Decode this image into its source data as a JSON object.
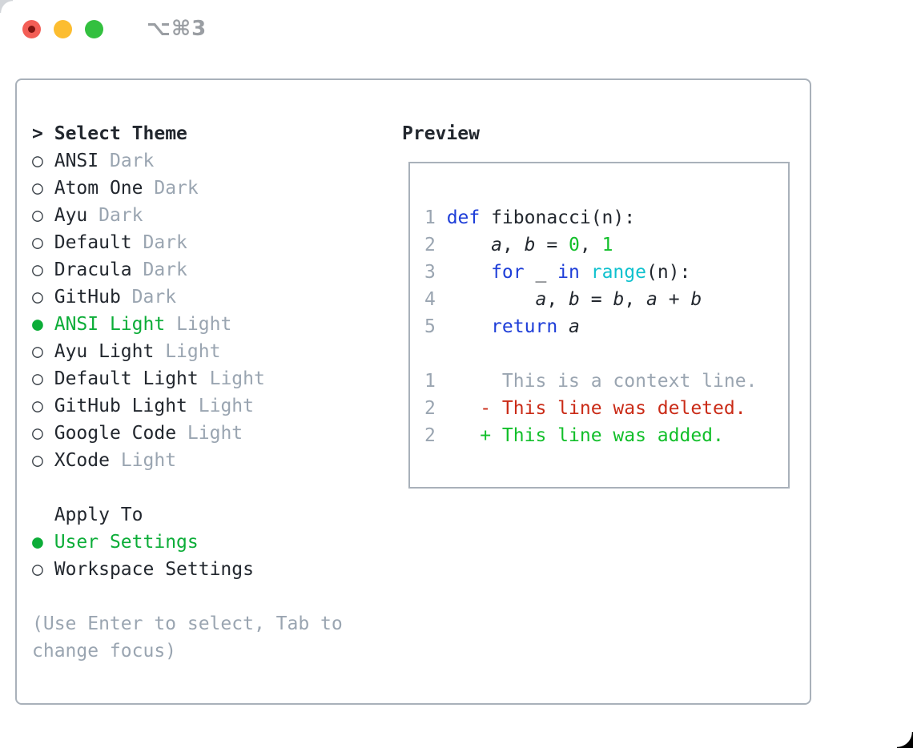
{
  "window": {
    "title": "⌥⌘3",
    "controls": {
      "close": "close",
      "minimize": "minimize",
      "zoom": "zoom"
    }
  },
  "colors": {
    "text": "#22272e",
    "muted_gray": "#9aa5b1",
    "border": "#a9b1ba",
    "accent_green": "#0cad38",
    "keyword_blue": "#1e3ed8",
    "builtin_cyan": "#0fc1ce",
    "number_green": "#12bf2a",
    "added_green": "#12bf2a",
    "deleted_red": "#ca2b17",
    "traffic_red": "#f35e56",
    "traffic_yellow": "#fcbd30",
    "traffic_green": "#33c03f"
  },
  "theme_picker": {
    "prompt": ">",
    "heading": "Select Theme",
    "items": [
      {
        "label": "ANSI",
        "variant": "Dark",
        "selected": false
      },
      {
        "label": "Atom One",
        "variant": "Dark",
        "selected": false
      },
      {
        "label": "Ayu",
        "variant": "Dark",
        "selected": false
      },
      {
        "label": "Default",
        "variant": "Dark",
        "selected": false
      },
      {
        "label": "Dracula",
        "variant": "Dark",
        "selected": false
      },
      {
        "label": "GitHub",
        "variant": "Dark",
        "selected": false
      },
      {
        "label": "ANSI Light",
        "variant": "Light",
        "selected": true
      },
      {
        "label": "Ayu Light",
        "variant": "Light",
        "selected": false
      },
      {
        "label": "Default Light",
        "variant": "Light",
        "selected": false
      },
      {
        "label": "GitHub Light",
        "variant": "Light",
        "selected": false
      },
      {
        "label": "Google Code",
        "variant": "Light",
        "selected": false
      },
      {
        "label": "XCode",
        "variant": "Light",
        "selected": false
      }
    ]
  },
  "apply_to": {
    "heading": "Apply To",
    "options": [
      {
        "label": "User Settings",
        "selected": true
      },
      {
        "label": "Workspace Settings",
        "selected": false
      }
    ]
  },
  "hint": "(Use Enter to select, Tab to change focus)",
  "preview": {
    "heading": "Preview",
    "lines": [
      {
        "num": "1",
        "tokens": [
          {
            "t": "def",
            "s": "keyword"
          },
          {
            "t": " fibonacci(n):",
            "s": "plain"
          }
        ]
      },
      {
        "num": "2",
        "tokens": [
          {
            "t": "    ",
            "s": "plain"
          },
          {
            "t": "a",
            "s": "variable"
          },
          {
            "t": ", ",
            "s": "plain"
          },
          {
            "t": "b",
            "s": "variable"
          },
          {
            "t": " = ",
            "s": "plain"
          },
          {
            "t": "0",
            "s": "number"
          },
          {
            "t": ", ",
            "s": "plain"
          },
          {
            "t": "1",
            "s": "number"
          }
        ]
      },
      {
        "num": "3",
        "tokens": [
          {
            "t": "    ",
            "s": "plain"
          },
          {
            "t": "for",
            "s": "keyword"
          },
          {
            "t": " _ ",
            "s": "plain"
          },
          {
            "t": "in",
            "s": "keyword"
          },
          {
            "t": " ",
            "s": "plain"
          },
          {
            "t": "range",
            "s": "builtin"
          },
          {
            "t": "(n):",
            "s": "plain"
          }
        ]
      },
      {
        "num": "4",
        "tokens": [
          {
            "t": "        ",
            "s": "plain"
          },
          {
            "t": "a",
            "s": "variable"
          },
          {
            "t": ", ",
            "s": "plain"
          },
          {
            "t": "b",
            "s": "variable"
          },
          {
            "t": " = ",
            "s": "plain"
          },
          {
            "t": "b",
            "s": "variable"
          },
          {
            "t": ", ",
            "s": "plain"
          },
          {
            "t": "a",
            "s": "variable"
          },
          {
            "t": " + ",
            "s": "plain"
          },
          {
            "t": "b",
            "s": "variable"
          }
        ]
      },
      {
        "num": "5",
        "tokens": [
          {
            "t": "    ",
            "s": "plain"
          },
          {
            "t": "return",
            "s": "keyword"
          },
          {
            "t": " ",
            "s": "plain"
          },
          {
            "t": "a",
            "s": "variable"
          }
        ]
      },
      {
        "num": "",
        "tokens": []
      },
      {
        "num": "1",
        "tokens": [
          {
            "t": "     This is a context line.",
            "s": "context"
          }
        ]
      },
      {
        "num": "2",
        "tokens": [
          {
            "t": "   - This line was deleted.",
            "s": "deleted"
          }
        ]
      },
      {
        "num": "2",
        "tokens": [
          {
            "t": "   + This line was added.",
            "s": "added"
          }
        ]
      }
    ]
  }
}
